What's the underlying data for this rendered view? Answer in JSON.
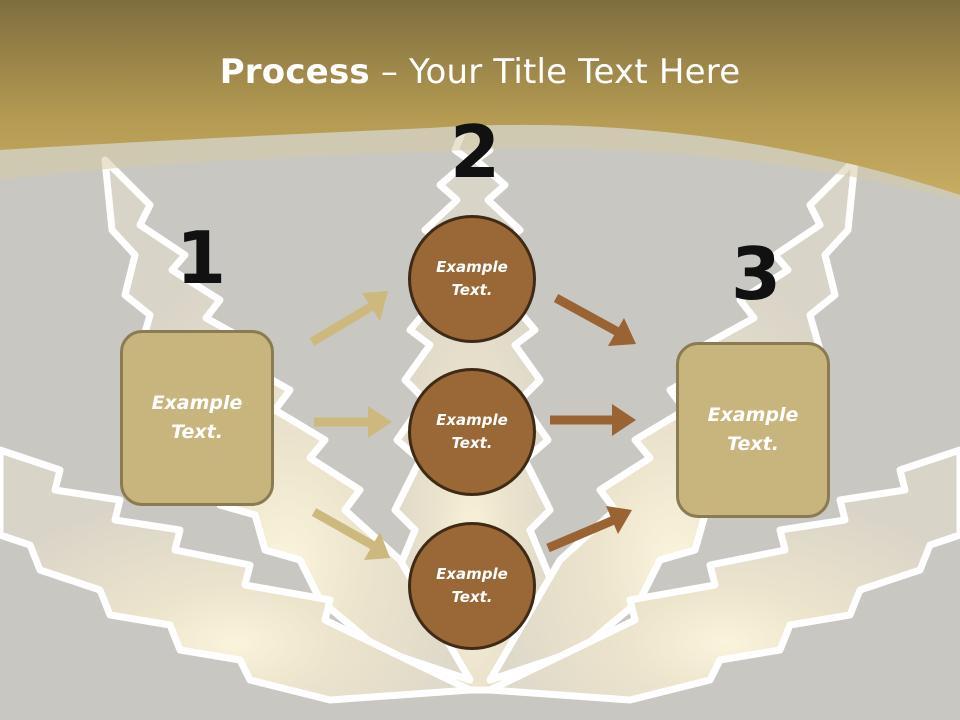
{
  "title": {
    "bold": "Process",
    "rest": " – Your Title Text Here"
  },
  "steps": {
    "one": "1",
    "two": "2",
    "three": "3"
  },
  "left_box": {
    "text": "Example Text."
  },
  "circles": [
    {
      "text": "Example Text."
    },
    {
      "text": "Example Text."
    },
    {
      "text": "Example Text."
    }
  ],
  "right_box": {
    "text": "Example Text."
  },
  "colors": {
    "header_gold": "#c2a95f",
    "box_fill": "#c8b57d",
    "circle_fill": "#9a6737",
    "arrow_light": "#cdb97e",
    "arrow_dark": "#9a6333"
  }
}
